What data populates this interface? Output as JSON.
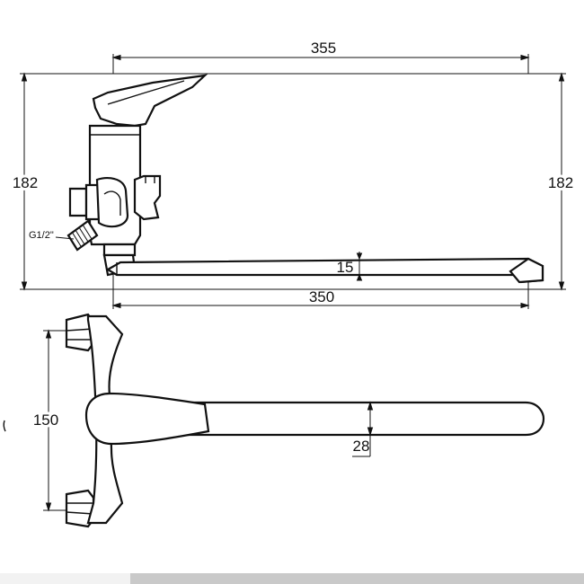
{
  "drawing": {
    "dimensions": {
      "total_length": "355",
      "spout_length": "350",
      "height_left": "182",
      "height_right": "182",
      "spout_gap": "15",
      "mount_spacing": "150",
      "spout_width": "28"
    },
    "thread_label": "G1/2\""
  }
}
